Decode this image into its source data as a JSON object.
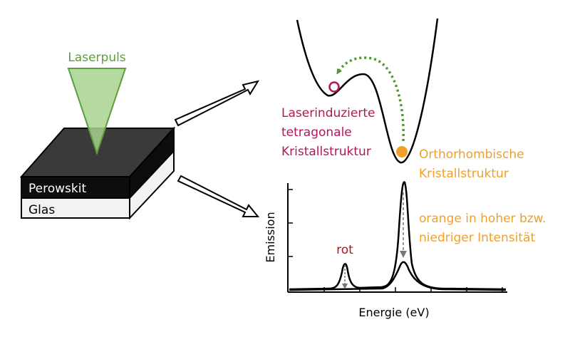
{
  "sample": {
    "laser_label": "Laserpuls",
    "layer_top_label": "Perowskit",
    "layer_bottom_label": "Glas"
  },
  "potential": {
    "left_state_lines": [
      "Laserinduzierte",
      "tetragonale",
      "Kristallstruktur"
    ],
    "right_state_lines": [
      "Orthorhombische",
      "Kristallstruktur"
    ]
  },
  "spectrum": {
    "peak_label": "rot",
    "note_lines": [
      "orange in hoher bzw.",
      "niedriger Intensität"
    ],
    "ylabel": "Emission",
    "xlabel": "Energie (eV)"
  },
  "colors": {
    "laser_green": "#5e9e3a",
    "laser_fill": "#a8d490",
    "tetragonal_magenta": "#b3165a",
    "orthorhombic_orange": "#f0a02a",
    "arrow_green": "#4f9a2d",
    "sample_top": "#3a3a3a",
    "sample_dark": "#0d0d0d",
    "sample_glass": "#f0f0f0"
  },
  "icons": {
    "state_empty": "hollow-circle-icon",
    "state_filled": "filled-circle-icon",
    "transition": "dotted-curved-arrow-icon",
    "link": "hollow-arrow-icon"
  }
}
